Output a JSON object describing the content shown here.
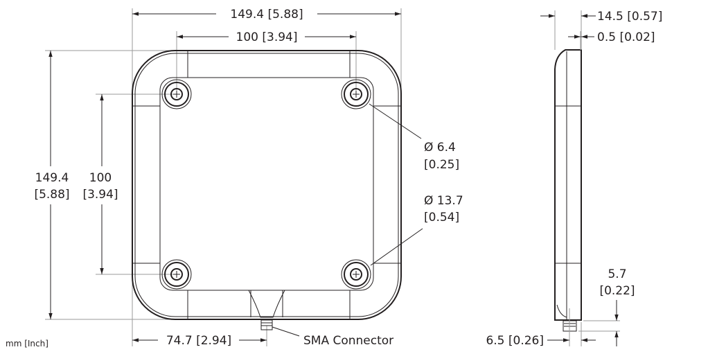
{
  "units_label": "mm [Inch]",
  "front_view": {
    "overall_width": "149.4 [5.88]",
    "hole_spacing_width": "100 [3.94]",
    "overall_height_mm": "149.4",
    "overall_height_in": "[5.88]",
    "hole_spacing_height_mm": "100",
    "hole_spacing_height_in": "[3.94]",
    "hole_diameter_mm": "Ø 6.4",
    "hole_diameter_in": "[0.25]",
    "boss_diameter_mm": "Ø 13.7",
    "boss_diameter_in": "[0.54]",
    "connector_offset": "74.7 [2.94]",
    "connector_label": "SMA Connector"
  },
  "side_view": {
    "depth": "14.5 [0.57]",
    "lip": "0.5 [0.02]",
    "connector_height_mm": "5.7",
    "connector_height_in": "[0.22]",
    "connector_offset": "6.5 [0.26]"
  }
}
